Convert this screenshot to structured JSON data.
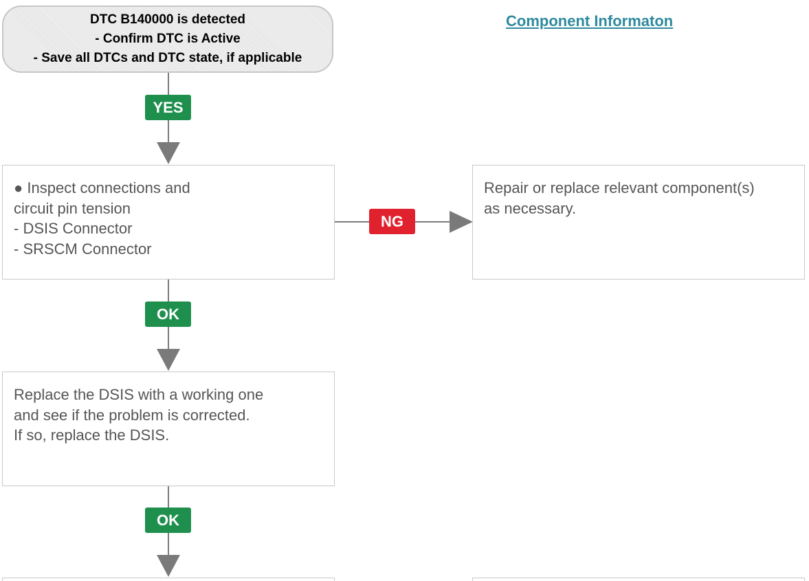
{
  "start_node": {
    "lines": [
      "DTC B140000 is detected",
      "- Confirm DTC is Active",
      "- Save all DTCs and DTC state, if applicable"
    ]
  },
  "component_link": {
    "label": "Component Informaton",
    "color": "#2e8a9e"
  },
  "steps": [
    {
      "lines": [
        "● Inspect  connections and",
        "circuit pin tension",
        "- DSIS Connector",
        "- SRSCM Connector"
      ]
    },
    {
      "lines": [
        "Replace the DSIS with a working one",
        "and see if the problem is corrected.",
        "If so, replace the DSIS."
      ]
    }
  ],
  "repair_box": {
    "lines": [
      "Repair or replace relevant component(s)",
      "as necessary."
    ]
  },
  "badges": {
    "yes": "YES",
    "ng": "NG",
    "ok_1": "OK",
    "ok_2": "OK"
  },
  "colors": {
    "ok_green": "#1f8f4e",
    "ng_red": "#e0212e",
    "connector_gray": "#7a7a7a",
    "box_border": "#c8c8c8",
    "box_text": "#555555"
  }
}
